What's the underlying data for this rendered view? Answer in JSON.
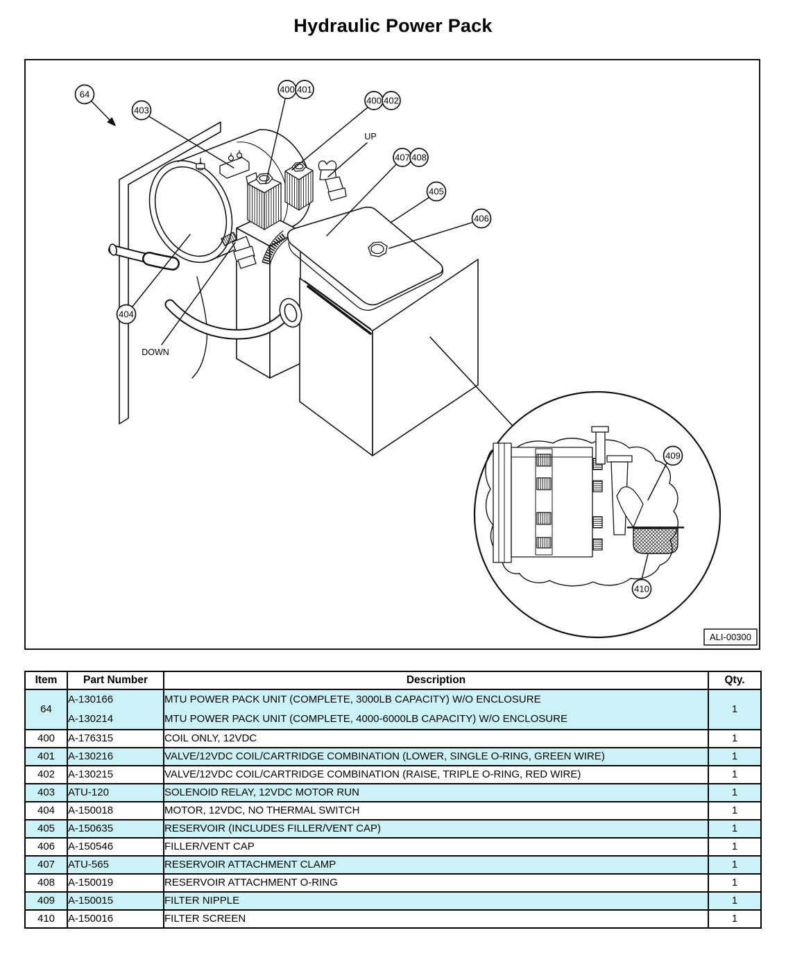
{
  "page": {
    "title": "Hydraulic Power Pack"
  },
  "diagram": {
    "figure_code": "ALI-00300",
    "orientation_labels": {
      "up": "UP",
      "down": "DOWN"
    },
    "callouts": {
      "c64": "64",
      "c403": "403",
      "c400a": "400",
      "c401": "401",
      "c400b": "400",
      "c402": "402",
      "c407": "407",
      "c408": "408",
      "c405": "405",
      "c406": "406",
      "c404": "404",
      "c409": "409",
      "c410": "410"
    }
  },
  "table": {
    "highlight_color": "#cbf2f7",
    "headers": {
      "item": "Item",
      "part_number": "Part Number",
      "description": "Description",
      "qty": "Qty."
    },
    "group_row": {
      "item": "64",
      "qty": "1",
      "lines": [
        {
          "part_number": "A-130166",
          "description": "MTU POWER PACK UNIT (COMPLETE, 3000LB CAPACITY) W/O ENCLOSURE"
        },
        {
          "part_number": "A-130214",
          "description": "MTU POWER PACK UNIT (COMPLETE, 4000-6000LB CAPACITY) W/O ENCLOSURE"
        }
      ]
    },
    "rows": [
      {
        "item": "400",
        "part_number": "A-176315",
        "description": "COIL ONLY, 12VDC",
        "qty": "1"
      },
      {
        "item": "401",
        "part_number": "A-130216",
        "description": "VALVE/12VDC COIL/CARTRIDGE COMBINATION (LOWER, SINGLE O-RING, GREEN WIRE)",
        "qty": "1"
      },
      {
        "item": "402",
        "part_number": "A-130215",
        "description": "VALVE/12VDC COIL/CARTRIDGE COMBINATION (RAISE, TRIPLE O-RING, RED WIRE)",
        "qty": "1"
      },
      {
        "item": "403",
        "part_number": "ATU-120",
        "description": "SOLENOID RELAY, 12VDC MOTOR RUN",
        "qty": "1"
      },
      {
        "item": "404",
        "part_number": "A-150018",
        "description": "MOTOR, 12VDC, NO THERMAL SWITCH",
        "qty": "1"
      },
      {
        "item": "405",
        "part_number": "A-150635",
        "description": "RESERVOIR (INCLUDES FILLER/VENT CAP)",
        "qty": "1"
      },
      {
        "item": "406",
        "part_number": "A-150546",
        "description": "FILLER/VENT CAP",
        "qty": "1"
      },
      {
        "item": "407",
        "part_number": "ATU-565",
        "description": "RESERVOIR ATTACHMENT CLAMP",
        "qty": "1"
      },
      {
        "item": "408",
        "part_number": "A-150019",
        "description": "RESERVOIR ATTACHMENT O-RING",
        "qty": "1"
      },
      {
        "item": "409",
        "part_number": "A-150015",
        "description": "FILTER NIPPLE",
        "qty": "1"
      },
      {
        "item": "410",
        "part_number": "A-150016",
        "description": "FILTER SCREEN",
        "qty": "1"
      }
    ]
  }
}
